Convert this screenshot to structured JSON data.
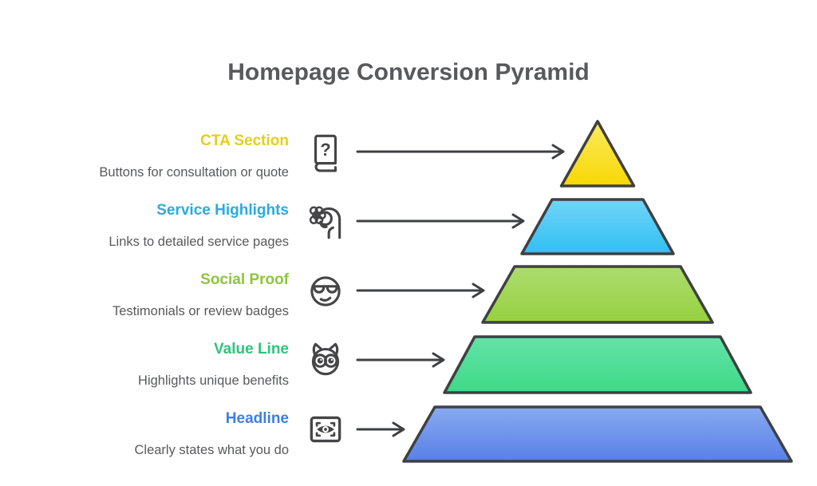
{
  "title": "Homepage Conversion Pyramid",
  "colors": {
    "text": "#58595B",
    "ink": "#454547",
    "outline": "#3F4042"
  },
  "levels": [
    {
      "label": "CTA Section",
      "description": "Buttons for consultation or quote",
      "label_color": "#E8CD1B",
      "icon": "book-question-icon",
      "fill_top": "#FBEA60",
      "fill_bottom": "#F8D803"
    },
    {
      "label": "Service Highlights",
      "description": "Links to detailed service pages",
      "label_color": "#29ABE2",
      "icon": "hand-picking-flower-icon",
      "fill_top": "#73D4F8",
      "fill_bottom": "#2FC0F2"
    },
    {
      "label": "Social Proof",
      "description": "Testimonials or review badges",
      "label_color": "#8CC63F",
      "icon": "sunglasses-face-icon",
      "fill_top": "#ACDC6E",
      "fill_bottom": "#97D140"
    },
    {
      "label": "Value Line",
      "description": "Highlights unique benefits",
      "label_color": "#2DC57D",
      "icon": "owl-icon",
      "fill_top": "#63E3A7",
      "fill_bottom": "#3DD987"
    },
    {
      "label": "Headline",
      "description": "Clearly states what you do",
      "label_color": "#3E7EE0",
      "icon": "eye-frame-icon",
      "fill_top": "#88AAF1",
      "fill_bottom": "#5880E7"
    }
  ]
}
